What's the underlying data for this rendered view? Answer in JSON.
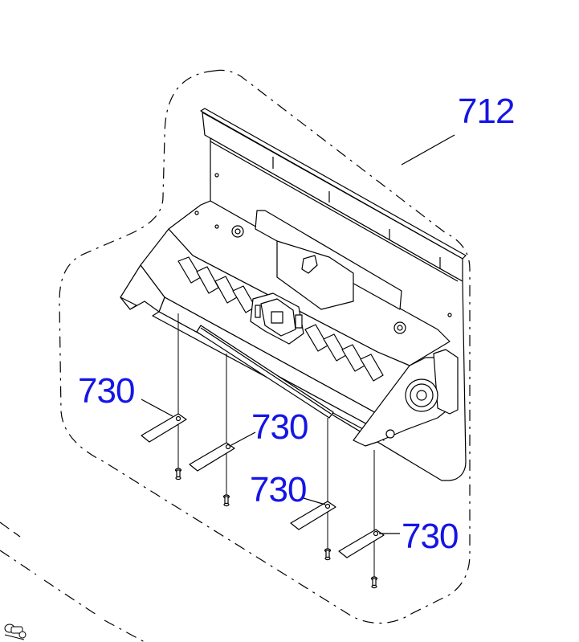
{
  "diagram": {
    "label_color": "#1515e6",
    "line_color": "#000000",
    "callouts": {
      "assembly": "712",
      "leg_front_left": "730",
      "leg_front_middle": "730",
      "leg_rear_middle": "730",
      "leg_rear_right": "730"
    }
  }
}
